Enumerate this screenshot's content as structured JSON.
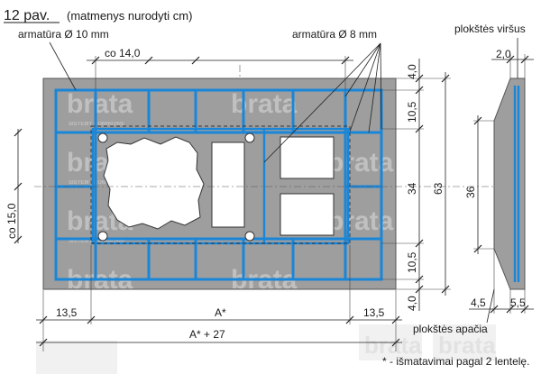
{
  "figure": {
    "number": "12 pav.",
    "units_note": "(matmenys nurodyti cm)",
    "footnote": "* - išmatavimai pagal 2 lentelę."
  },
  "labels": {
    "rebar_10": "armatūra Ø 10 mm",
    "rebar_8": "armatūra  Ø 8 mm",
    "slab_top": "plokštės viršus",
    "slab_bottom": "plokštės apačia"
  },
  "dimensions": {
    "co_14": "co 14,0",
    "co_15": "co 15,0",
    "left_margin": "13,5",
    "a_star": "A*",
    "right_margin": "13,5",
    "a_star_plus": "A* + 27",
    "v_top": "4,0",
    "v_upper": "10,5",
    "v_mid": "34",
    "v_total": "63",
    "v_lower": "10,5",
    "v_bottom": "4,0",
    "side_top": "2,0",
    "side_height": "36",
    "side_bottom_left": "4,5",
    "side_bottom_right": "5,5"
  },
  "watermark": {
    "brand": "brata",
    "tagline": "SISTEMY KOMINOWE"
  },
  "colors": {
    "rebar": "#1a86d8",
    "slab": "#9e9e9e",
    "opening": "#ffffff"
  }
}
